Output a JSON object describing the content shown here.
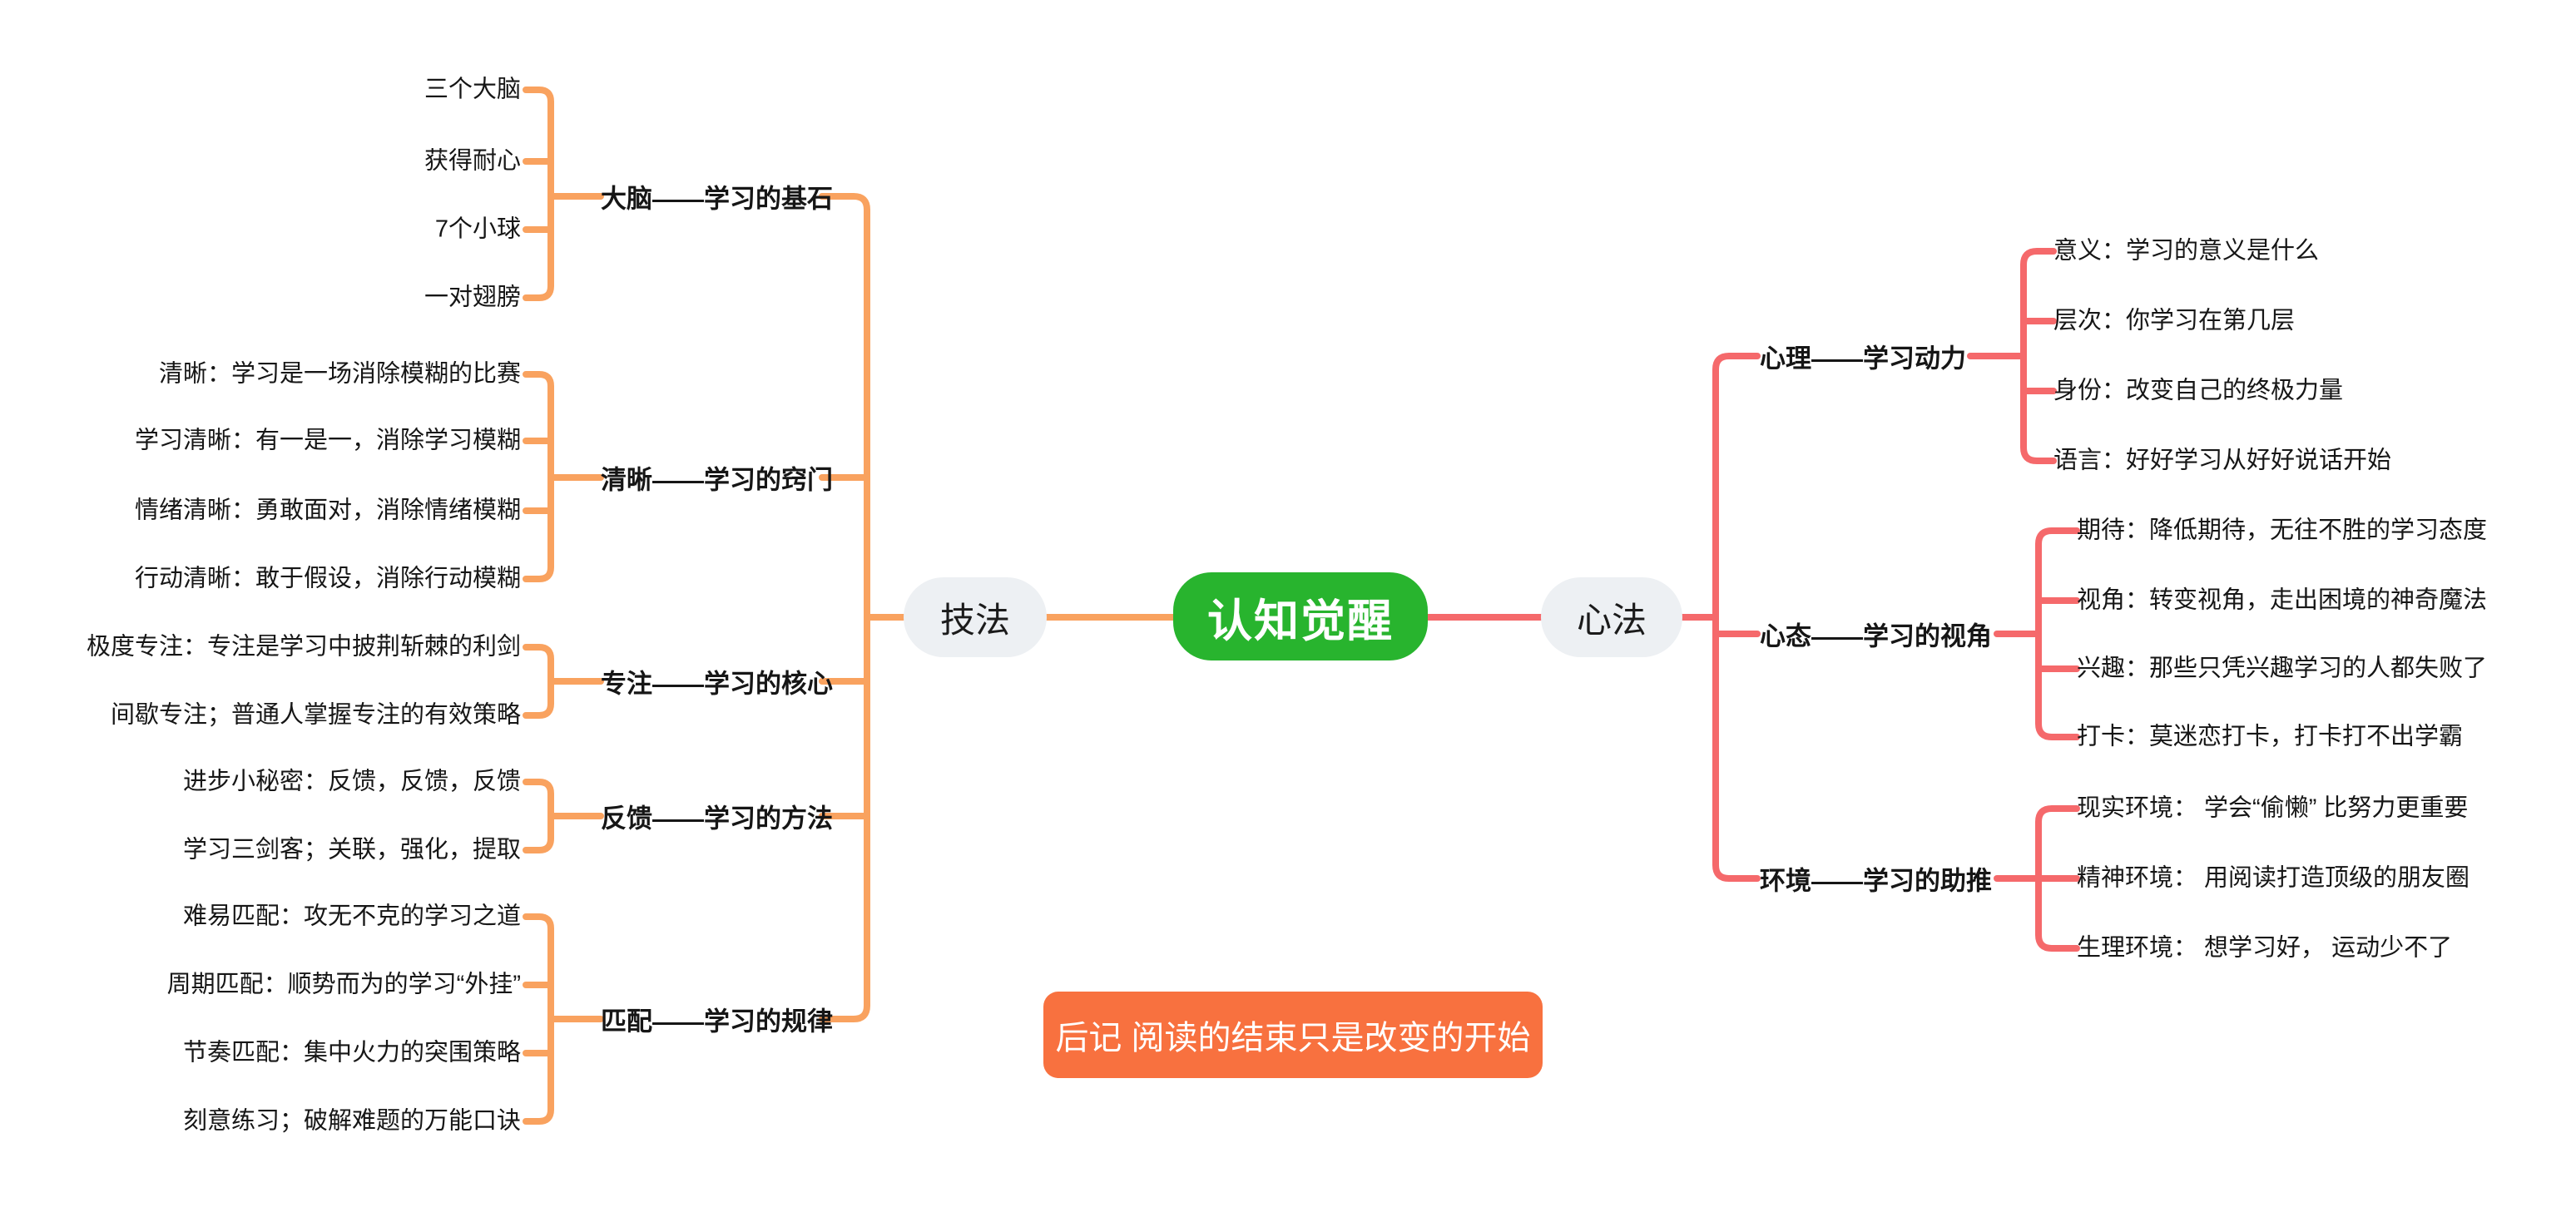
{
  "root": {
    "label": "认知觉醒"
  },
  "left_group": {
    "label": "技法",
    "branches": [
      {
        "label": "大脑——学习的基石",
        "children": [
          "三个大脑",
          "获得耐心",
          "7个小球",
          "一对翅膀"
        ]
      },
      {
        "label": "清晰——学习的窍门",
        "children": [
          "清晰：学习是一场消除模糊的比赛",
          "学习清晰：有一是一，消除学习模糊",
          "情绪清晰：勇敢面对，消除情绪模糊",
          "行动清晰：敢于假设，消除行动模糊"
        ]
      },
      {
        "label": "专注——学习的核心",
        "children": [
          "极度专注：专注是学习中披荆斩棘的利剑",
          "间歇专注；普通人掌握专注的有效策略"
        ]
      },
      {
        "label": "反馈——学习的方法",
        "children": [
          "进步小秘密：反馈，反馈，反馈",
          "学习三剑客；关联，强化，提取"
        ]
      },
      {
        "label": "匹配——学习的规律",
        "children": [
          "难易匹配：攻无不克的学习之道",
          "周期匹配：顺势而为的学习“外挂”",
          "节奏匹配：集中火力的突围策略",
          "刻意练习；破解难题的万能口诀"
        ]
      }
    ]
  },
  "right_group": {
    "label": "心法",
    "branches": [
      {
        "label": "心理——学习动力",
        "children": [
          "意义：学习的意义是什么",
          "层次：你学习在第几层",
          "身份：改变自己的终极力量",
          "语言：好好学习从好好说话开始"
        ]
      },
      {
        "label": "心态——学习的视角",
        "children": [
          "期待：降低期待，无往不胜的学习态度",
          "视角：转变视角，走出困境的神奇魔法",
          "兴趣：那些只凭兴趣学习的人都失败了",
          "打卡：莫迷恋打卡，打卡打不出学霸"
        ]
      },
      {
        "label": "环境——学习的助推",
        "children": [
          "现实环境： 学会“偷懒” 比努力更重要",
          "精神环境： 用阅读打造顶级的朋友圈",
          "生理环境： 想学习好， 运动少不了"
        ]
      }
    ]
  },
  "footer": {
    "label": "后记 阅读的结束只是改变的开始"
  },
  "colors": {
    "line-orange": "#F9A25F",
    "line-red": "#F5696B",
    "node-green": "#28B42E",
    "footer-orange": "#F8713F",
    "pill-gray": "#EDF0F3",
    "text-dark": "#161616"
  }
}
